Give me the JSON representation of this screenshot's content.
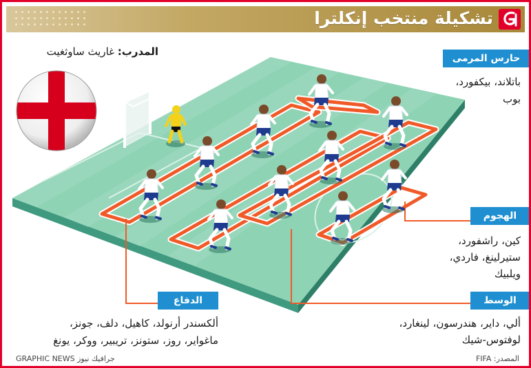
{
  "header": {
    "title": "تشكيلة منتخب إنكلترا"
  },
  "coach": {
    "label": "المدرب:",
    "name": "غاريث ساوثغيت"
  },
  "groups": {
    "goalkeeper": {
      "label": "حارس المرمى",
      "lines": [
        "باتلاند، بيكفورد،",
        "بوب"
      ]
    },
    "attack": {
      "label": "الهجوم",
      "lines": [
        "كين، راشفورد،",
        "ستيرلينغ، فاردي،",
        "ويلبيك"
      ]
    },
    "midfield": {
      "label": "الوسط",
      "lines": [
        "ألي، داير، هندرسون، لينغارد،",
        "لوفتوس-شيك"
      ]
    },
    "defense": {
      "label": "الدفاع",
      "lines": [
        "ألكسندر أرنولد، كاهيل، دلف، جونز،",
        "ماغواير، روز، ستونز، تريبير، ووكر، يونغ"
      ]
    }
  },
  "footer": {
    "source": "المصدر: FIFA",
    "credit": "GRAPHIC NEWS جرافيك نيوز"
  },
  "colors": {
    "frame": "#e2002b",
    "label_bg": "#1f8fd1",
    "pitch": "#8fd3b5",
    "pitch_side": "#3f9a80",
    "line_orange": "#f05a28",
    "kit_white": "#ffffff",
    "kit_navy": "#1f3b8f",
    "keeper_yellow": "#f3d21c",
    "england_red": "#d6001c"
  },
  "icons": {
    "logo": "graphic-news-logo-icon",
    "ball": "england-flag-ball-icon",
    "goal": "goal-net-icon"
  }
}
